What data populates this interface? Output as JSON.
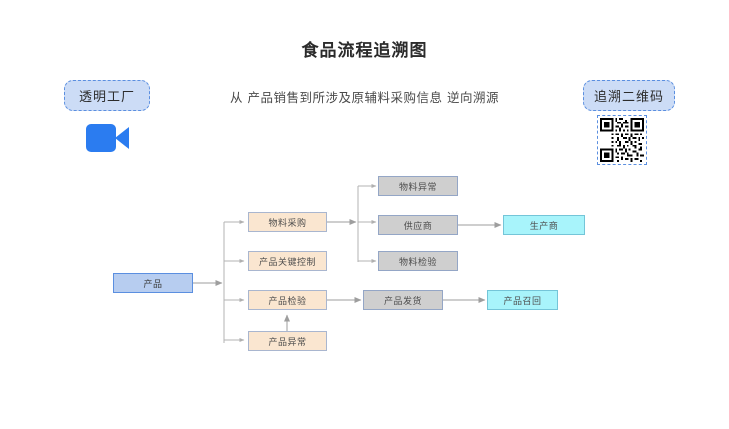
{
  "header": {
    "title": "食品流程追溯图",
    "subtitle": "从 产品销售到所涉及原辅料采购信息 逆向溯源"
  },
  "badges": {
    "left": {
      "label": "透明工厂",
      "icon": "video-camera-icon",
      "fill": "#ccdcf6",
      "border": "#5b8fe0"
    },
    "right": {
      "label": "追溯二维码",
      "icon": "qr-code-icon",
      "fill": "#ccdcf6",
      "border": "#5b8fe0"
    }
  },
  "palette": {
    "blue": "#b7cdf0",
    "tan": "#fae6d0",
    "gray": "#cfcfcf",
    "cyan": "#a8f4fb",
    "wire": "#b3b3b3",
    "title_color": "#2b2b2b"
  },
  "flow": {
    "root": {
      "label": "产品",
      "color": "blue"
    },
    "stage1": [
      {
        "label": "物料采购",
        "color": "tan"
      },
      {
        "label": "产品关键控制",
        "color": "tan"
      },
      {
        "label": "产品检验",
        "color": "tan"
      },
      {
        "label": "产品异常",
        "color": "tan"
      }
    ],
    "stage2": [
      {
        "label": "物料异常",
        "color": "gray"
      },
      {
        "label": "供应商",
        "color": "gray"
      },
      {
        "label": "物料检验",
        "color": "gray"
      },
      {
        "label": "产品发货",
        "color": "gray"
      }
    ],
    "stage3": [
      {
        "label": "生产商",
        "color": "cyan"
      },
      {
        "label": "产品召回",
        "color": "cyan"
      }
    ]
  }
}
